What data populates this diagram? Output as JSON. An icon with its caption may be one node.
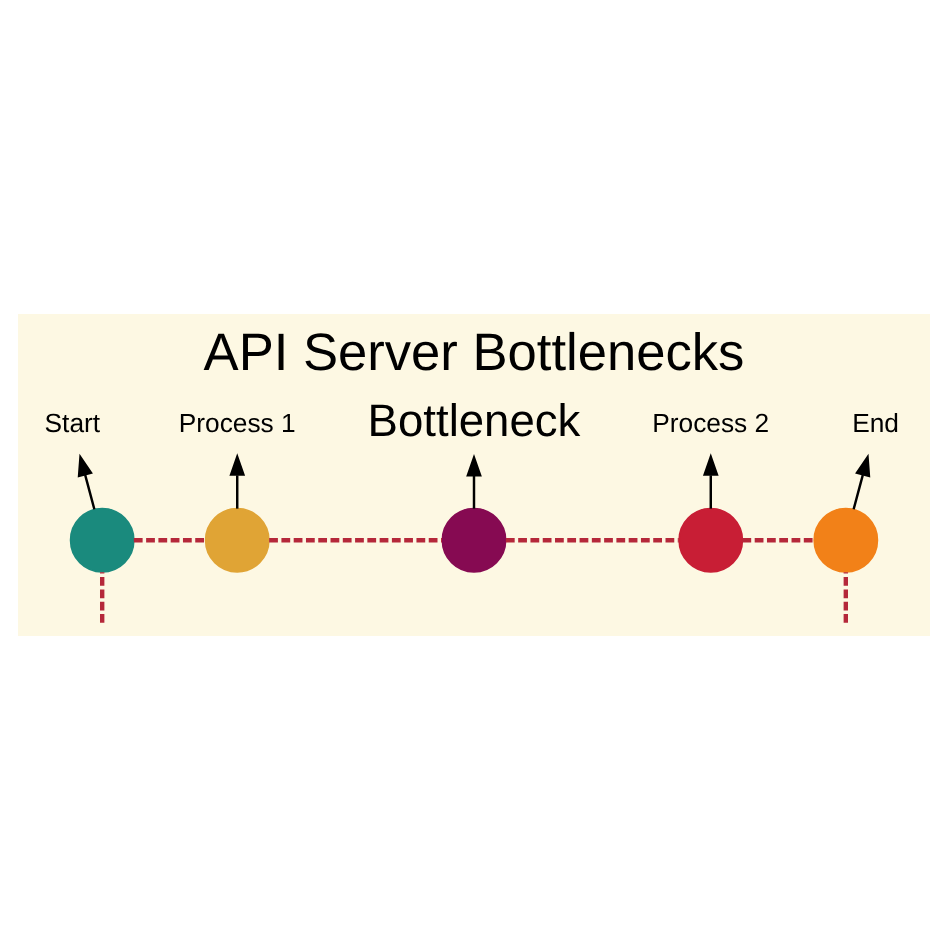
{
  "diagram": {
    "title": "API Server Bottlenecks",
    "nodes": [
      {
        "text": [
          "Bottleneck"
        ]
      },
      {
        "text": [
          "Process 1"
        ]
      },
      {
        "text": [
          "Process 2"
        ]
      },
      {
        "text": [
          "Start"
        ]
      },
      {
        "text": [
          "End"
        ]
      },
      {
        "text": [],
        "shape": "circle"
      },
      {
        "text": [],
        "shape": "circle"
      },
      {
        "text": [],
        "shape": "circle"
      },
      {
        "text": [],
        "shape": "circle"
      },
      {
        "text": [],
        "shape": "circle"
      }
    ],
    "edges": [
      {
        "from": 5,
        "to": 3,
        "arrow": "to",
        "color": "#000000"
      },
      {
        "from": 6,
        "to": 1,
        "arrow": "to",
        "color": "#000000"
      },
      {
        "from": 7,
        "to": 0,
        "arrow": "to",
        "color": "#000000"
      },
      {
        "from": 8,
        "to": 2,
        "arrow": "to",
        "color": "#000000"
      },
      {
        "from": 9,
        "to": 4,
        "arrow": "to",
        "color": "#000000"
      },
      {
        "from": 5,
        "to": 6,
        "arrow": "none",
        "style": "dashed",
        "color": "#b5283a"
      },
      {
        "from": 6,
        "to": 7,
        "arrow": "none",
        "style": "dashed",
        "color": "#b5283a"
      },
      {
        "from": 7,
        "to": 8,
        "arrow": "none",
        "style": "dashed",
        "color": "#b5283a"
      },
      {
        "from": 8,
        "to": 9,
        "arrow": "none",
        "style": "dashed",
        "color": "#b5283a"
      },
      {
        "from": 5,
        "to": null,
        "arrow": "none",
        "style": "dashed",
        "color": "#b5283a"
      },
      {
        "from": 9,
        "to": null,
        "arrow": "none",
        "style": "dashed",
        "color": "#b5283a"
      }
    ]
  }
}
